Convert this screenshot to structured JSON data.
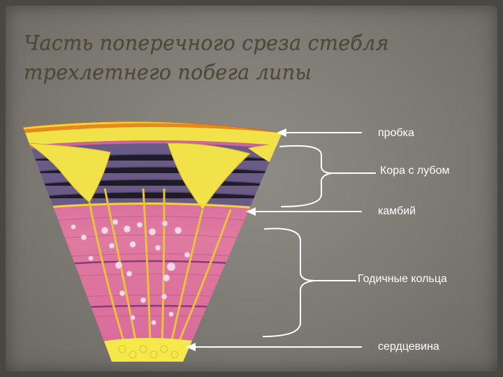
{
  "slide": {
    "title_line1": "Часть поперечного среза стебля",
    "title_line2": "трехлетнего побега липы"
  },
  "labels": {
    "cork": "пробка",
    "bark_with_phloem": "Кора с лубом",
    "cambium": "камбий",
    "annual_rings": "Годичные кольца",
    "pith": "сердцевина"
  },
  "colors": {
    "cork": "#e58a1c",
    "bark": "#f2e24a",
    "phloem": "#6a5a86",
    "wood": "#e07aa0",
    "pith": "#f5e84a",
    "annotation": "#ffffff"
  }
}
